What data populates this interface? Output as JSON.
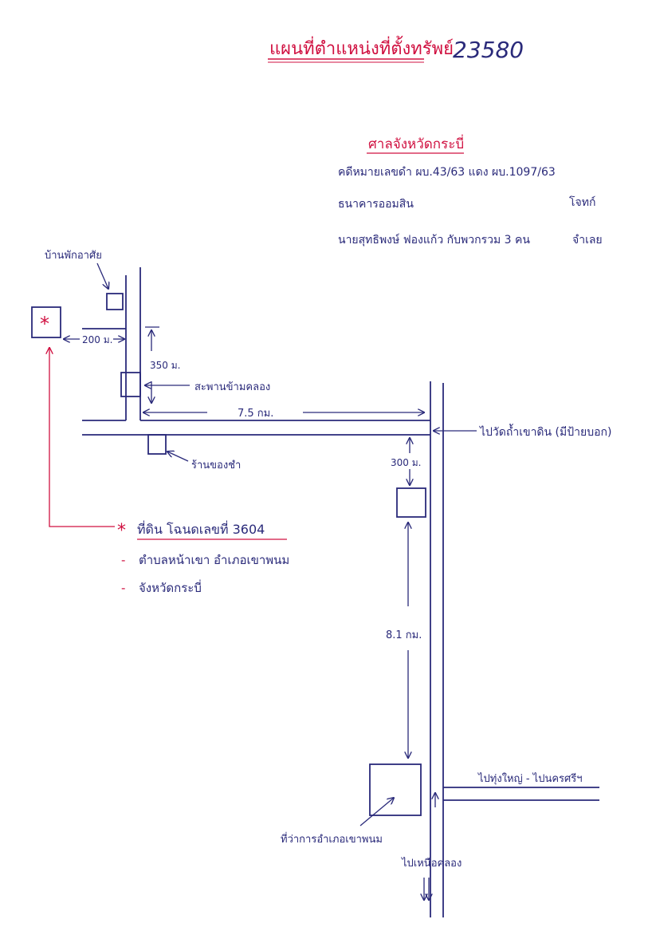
{
  "header": {
    "title": "แผนที่ตำแหน่งที่ตั้งทรัพย์",
    "file_number": "23580"
  },
  "case_info": {
    "court": "ศาลจังหวัดกระบี่",
    "case_number": "คดีหมายเลขดำ  ผบ.43/63  แดง ผบ.1097/63",
    "plaintiff": "ธนาคารออมสิน",
    "plaintiff_role": "โจทก์",
    "defendant": "นายสุทธิพงษ์  ฟองแก้ว  กับพวกรวม 3 คน",
    "defendant_role": "จำเลย"
  },
  "landmarks": {
    "school_house": "บ้านพักอาศัย",
    "bridge": "สะพานข้ามคลอง",
    "shop": "ร้านของชำ",
    "district_office": "ที่ว่าการอำเภอเขาพนม",
    "to_temple": "ไปวัดถ้ำเขาดิน (มีป้ายบอก)",
    "to_east": "ไปทุ่งใหญ่ - ไปนครศรีฯ",
    "to_south": "ไปเหนือคลอง"
  },
  "distances": {
    "d1": "200 ม.",
    "d2": "350 ม.",
    "d3": "7.5 กม.",
    "d4": "300 ม.",
    "d5": "8.1 กม."
  },
  "property": {
    "marker_symbol": "*",
    "title": "ที่ดิน โฉนดเลขที่  3604",
    "line1": "ตำบลหน้าเขา  อำเภอเขาพนม",
    "line2": "จังหวัดกระบี่",
    "bullet": "-"
  },
  "colors": {
    "ink": "#2a2a7a",
    "red": "#d01040"
  }
}
